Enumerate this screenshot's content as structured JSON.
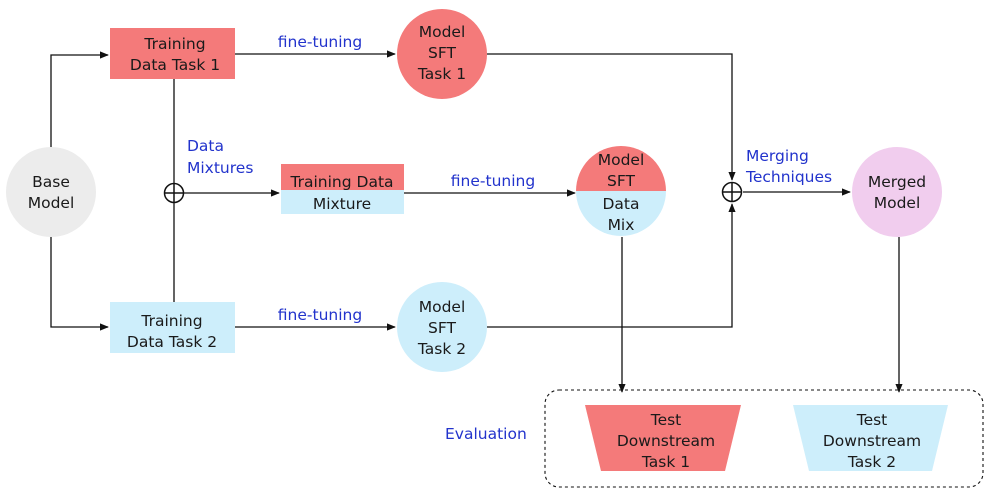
{
  "colors": {
    "task1": "#f47a7a",
    "task2": "#cdeefb",
    "base": "#ececec",
    "merged": "#f1cdee",
    "label_blue": "#2233cc"
  },
  "nodes": {
    "base_model": [
      "Base",
      "Model"
    ],
    "training_task1": [
      "Training",
      "Data Task 1"
    ],
    "training_task2": [
      "Training",
      "Data Task 2"
    ],
    "training_mixture": [
      "Training Data",
      "Mixture"
    ],
    "model_sft_task1": [
      "Model",
      "SFT",
      "Task 1"
    ],
    "model_sft_task2": [
      "Model",
      "SFT",
      "Task 2"
    ],
    "model_sft_mix": [
      "Model",
      "SFT",
      "Data",
      "Mix"
    ],
    "merged_model": [
      "Merged",
      "Model"
    ],
    "test_task1": [
      "Test",
      "Downstream",
      "Task 1"
    ],
    "test_task2": [
      "Test",
      "Downstream",
      "Task 2"
    ]
  },
  "edge_labels": {
    "finetune_task1": "fine-tuning",
    "finetune_mixture": "fine-tuning",
    "finetune_task2": "fine-tuning",
    "data_mixtures": [
      "Data",
      "Mixtures"
    ],
    "merging_techniques": [
      "Merging",
      "Techniques"
    ],
    "evaluation": "Evaluation"
  }
}
